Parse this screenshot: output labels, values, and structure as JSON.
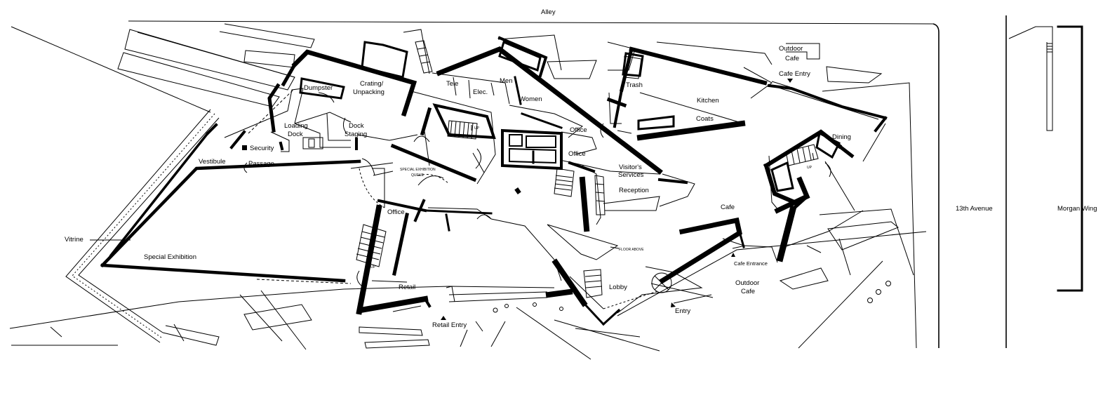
{
  "plan": {
    "streets": {
      "alley": "Alley",
      "avenue": "13th Avenue"
    },
    "wing": "Morgan Wing",
    "rooms": {
      "outdoor_cafe_top": [
        "Outdoor",
        "Cafe"
      ],
      "cafe_entry": "Cafe Entry",
      "trash": "Trash",
      "kitchen": "Kitchen",
      "coats": "Coats",
      "dining": "Dining",
      "dumpster": "Dumpster",
      "crating": [
        "Crating/",
        "Unpacking"
      ],
      "tele": "Tele",
      "elec": "Elec.",
      "men": "Men",
      "women": "Women",
      "loading_dock": [
        "Loading",
        "Dock"
      ],
      "dock_staging": [
        "Dock",
        "Staging"
      ],
      "security": "Security",
      "vestibule": "Vestibule",
      "passage": "Passage",
      "special_queue": [
        "SPECIAL EXHIBITION",
        "QUEUE"
      ],
      "office_upper": "Office",
      "office_mid": "Office",
      "office_lower": "Office",
      "visitors_services": [
        "Visitor's",
        "Services"
      ],
      "reception": "Reception",
      "cafe": "Cafe",
      "vitrine": "Vitrine",
      "special_exhibition": "Special Exhibition",
      "floor_above": "FLOOR ABOVE",
      "cafe_entrance": "Cafe Entrance",
      "lobby": "Lobby",
      "outdoor_cafe_bottom": [
        "Outdoor",
        "Cafe"
      ],
      "retail": "Retail",
      "retail_entry": "Retail Entry",
      "entry": "Entry",
      "up_1": "UP",
      "up_2": "UP",
      "up_3": "UP"
    },
    "icons": [
      "up-arrow-icon",
      "entry-arrow-icon",
      "revolving-door-icon",
      "stair-icon",
      "column-icon"
    ]
  }
}
